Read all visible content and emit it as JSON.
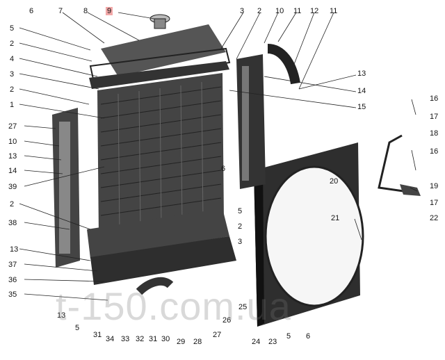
{
  "watermark": "t-150.com.ua",
  "callouts": [
    "1",
    "2",
    "3",
    "4",
    "5",
    "6",
    "7",
    "8",
    "9",
    "10",
    "11",
    "12",
    "13",
    "14",
    "15",
    "16",
    "17",
    "18",
    "19",
    "20",
    "21",
    "22",
    "23",
    "24",
    "25",
    "26",
    "27",
    "28",
    "29",
    "30",
    "31",
    "32",
    "33",
    "34",
    "35",
    "36",
    "37",
    "38",
    "39"
  ],
  "highlight_callout": "9",
  "colors": {
    "ink": "#111111",
    "highlight": "#f2a8a8",
    "metal": "#3a3a3a"
  }
}
